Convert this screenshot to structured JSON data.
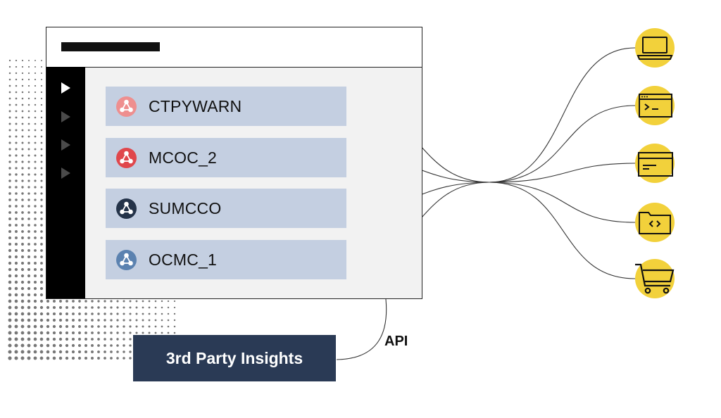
{
  "rows": [
    {
      "label": "CTPYWARN",
      "icon": "connector-icon",
      "color": "#ee8f8f"
    },
    {
      "label": "MCOC_2",
      "icon": "connector-icon",
      "color": "#e0474c"
    },
    {
      "label": "SUMCCO",
      "icon": "connector-icon",
      "color": "#243349"
    },
    {
      "label": "OCMC_1",
      "icon": "connector-icon",
      "color": "#5b82b0"
    }
  ],
  "insights": {
    "label": "3rd Party Insights",
    "color": "#2a3a55"
  },
  "api": {
    "label": "API"
  },
  "endpoints": [
    {
      "icon": "laptop-icon"
    },
    {
      "icon": "terminal-window-icon"
    },
    {
      "icon": "card-icon"
    },
    {
      "icon": "code-folder-icon"
    },
    {
      "icon": "shopping-cart-icon"
    }
  ],
  "colors": {
    "accent": "#f2d13b",
    "row_bg": "#c4cfe1",
    "panel_bg": "#f2f2f2"
  }
}
